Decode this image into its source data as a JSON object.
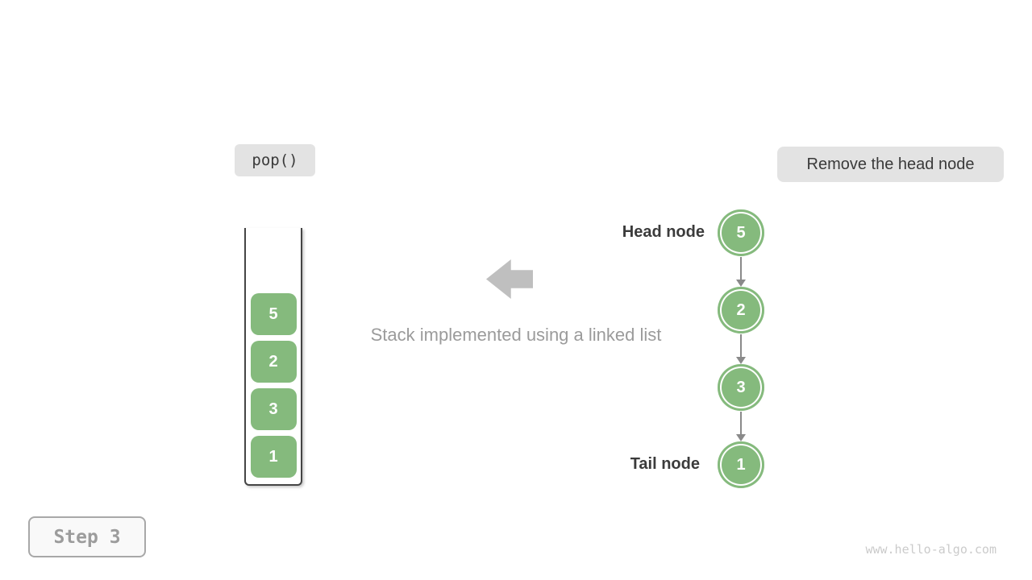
{
  "labels": {
    "operation": "pop()",
    "annotation": "Remove the head node",
    "caption": "Stack implemented using a linked list",
    "head": "Head node",
    "tail": "Tail node",
    "step": "Step 3",
    "watermark": "www.hello-algo.com"
  },
  "stack": {
    "items": [
      "5",
      "2",
      "3",
      "1"
    ]
  },
  "linked_list": {
    "nodes": [
      "5",
      "2",
      "3",
      "1"
    ]
  },
  "colors": {
    "node_green": "#85ba7d",
    "pill_bg": "#e3e3e3",
    "dark_text": "#3b3b3b",
    "caption_gray": "#9b9b9b",
    "big_arrow_gray": "#bfbfbf",
    "link_arrow_gray": "#8a8a8a",
    "container_border": "#454545",
    "step_text": "#9c9c9c",
    "watermark_gray": "#cbcbcb"
  }
}
